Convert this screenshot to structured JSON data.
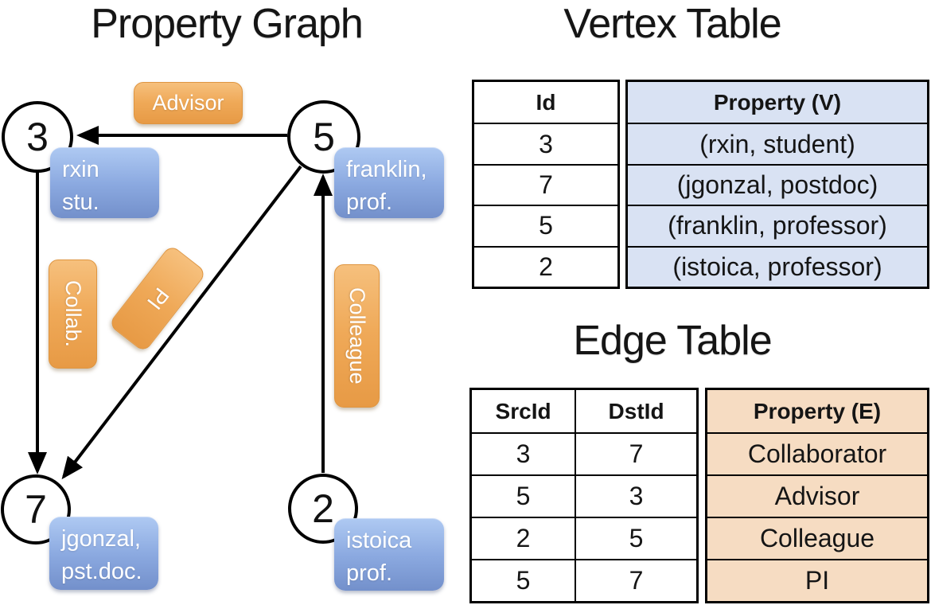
{
  "colors": {
    "edge_label_orange": "#EFA958",
    "vertex_label_blue": "#8BA9E0",
    "vertex_table_fill": "#D9E2F3",
    "edge_table_fill": "#F6DCC2",
    "line_black": "#000000"
  },
  "graph": {
    "title": "Property Graph",
    "vertices": [
      {
        "id": "3",
        "line1": "rxin",
        "line2": "stu."
      },
      {
        "id": "5",
        "line1": "franklin,",
        "line2": "prof."
      },
      {
        "id": "7",
        "line1": "jgonzal,",
        "line2": "pst.doc."
      },
      {
        "id": "2",
        "line1": "istoica",
        "line2": "prof."
      }
    ],
    "edge_labels": {
      "advisor": "Advisor",
      "collab": "Collab.",
      "pi": "PI",
      "colleague": "Colleague"
    }
  },
  "vertex_table": {
    "title": "Vertex Table",
    "col_id": "Id",
    "col_property": "Property (V)",
    "rows": [
      {
        "id": "3",
        "property": "(rxin, student)"
      },
      {
        "id": "7",
        "property": "(jgonzal, postdoc)"
      },
      {
        "id": "5",
        "property": "(franklin, professor)"
      },
      {
        "id": "2",
        "property": "(istoica, professor)"
      }
    ]
  },
  "edge_table": {
    "title": "Edge Table",
    "col_src": "SrcId",
    "col_dst": "DstId",
    "col_property": "Property (E)",
    "rows": [
      {
        "src": "3",
        "dst": "7",
        "property": "Collaborator"
      },
      {
        "src": "5",
        "dst": "3",
        "property": "Advisor"
      },
      {
        "src": "2",
        "dst": "5",
        "property": "Colleague"
      },
      {
        "src": "5",
        "dst": "7",
        "property": "PI"
      }
    ]
  }
}
